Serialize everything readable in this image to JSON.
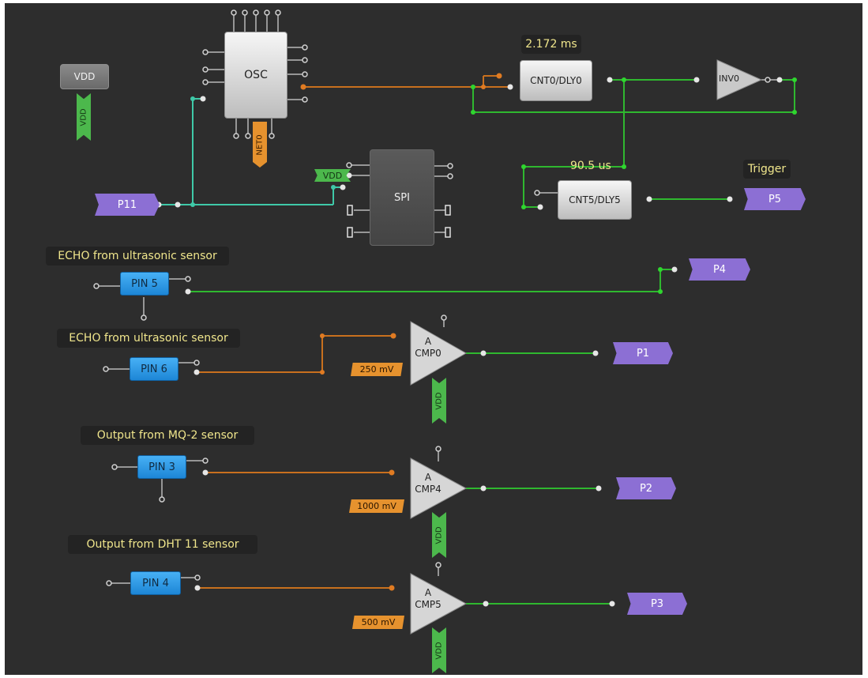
{
  "blocks": {
    "vdd": "VDD",
    "osc": "OSC",
    "net0": "NET0",
    "spi": "SPI",
    "spi_vdd": "VDD",
    "cnt0": "CNT0/DLY0",
    "cnt0_time": "2.172 ms",
    "inv0": "INV0",
    "cnt5": "CNT5/DLY5",
    "cnt5_time": "90.5 us",
    "trigger": "Trigger"
  },
  "ports": {
    "p11": "P11",
    "p5": "P5",
    "p4": "P4",
    "p1": "P1",
    "p2": "P2",
    "p3": "P3"
  },
  "pins": {
    "pin5": "PIN 5",
    "pin6": "PIN 6",
    "pin3": "PIN 3",
    "pin4": "PIN 4"
  },
  "labels": {
    "echo1": "ECHO from ultrasonic sensor",
    "echo2": "ECHO from ultrasonic sensor",
    "mq2": "Output from MQ-2 sensor",
    "dht": "Output from DHT 11 sensor"
  },
  "comparators": {
    "cmp0": {
      "a": "A",
      "name": "CMP0",
      "ref": "250 mV",
      "vdd": "VDD"
    },
    "cmp4": {
      "a": "A",
      "name": "CMP4",
      "ref": "1000 mV",
      "vdd": "VDD"
    },
    "cmp5": {
      "a": "A",
      "name": "CMP5",
      "ref": "500 mV",
      "vdd": "VDD"
    }
  },
  "colors": {
    "background": "#2d2d2d",
    "wire_green": "#2fb82f",
    "wire_orange": "#c8701e",
    "wire_teal": "#3fc9a8",
    "port_purple": "#8c6fd4",
    "pin_blue": "#2a9be6",
    "label_text": "#f0e68c"
  }
}
